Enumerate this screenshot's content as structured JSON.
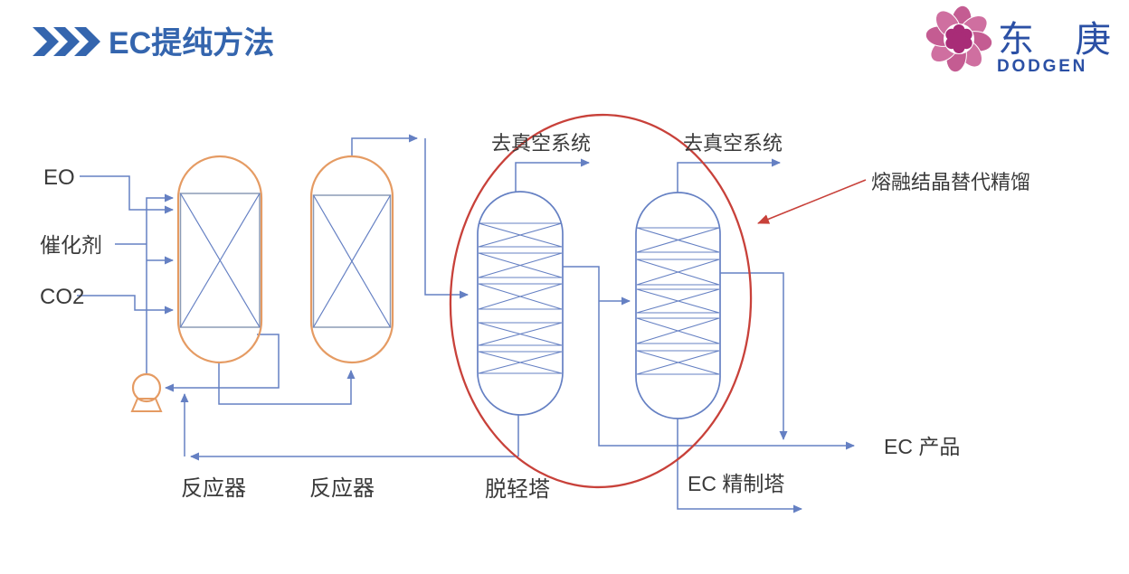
{
  "header": {
    "title": "EC提纯方法"
  },
  "logo": {
    "cjk": "东 庚",
    "latin": "DODGEN"
  },
  "diagram": {
    "feeds": {
      "eo": "EO",
      "catalyst": "催化剂",
      "co2": "CO2"
    },
    "equipment": {
      "reactor1": "反应器",
      "reactor2": "反应器",
      "light_ends_column": "脱轻塔",
      "refining_column": "EC 精制塔"
    },
    "streams": {
      "to_vacuum_1": "去真空系统",
      "to_vacuum_2": "去真空系统",
      "ec_product": "EC 产品"
    },
    "annotation": "熔融结晶替代精馏"
  },
  "colors": {
    "title_blue": "#3465AE",
    "logo_blue": "#2B50A5",
    "logo_pink": "#C45C92",
    "logo_pink2": "#CF6FA0",
    "logo_magenta": "#A82C77",
    "line_blue": "#6580C3",
    "internals_gray": "#8C9BB5",
    "vessel_orange": "#E59B63",
    "highlight_red": "#C8413A",
    "text_dark": "#3A3A3A"
  }
}
